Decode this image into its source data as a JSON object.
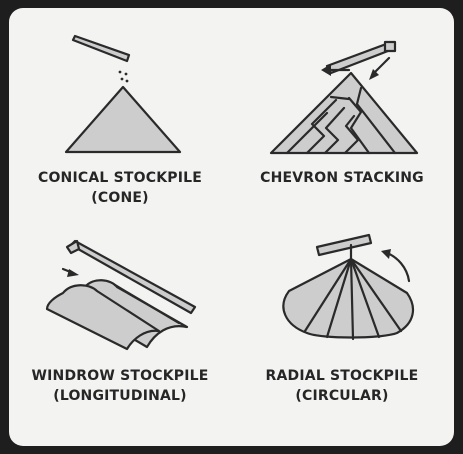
{
  "panels": [
    {
      "id": "conical",
      "icon": "cone-stockpile-icon",
      "line1": "CONICAL STOCKPILE",
      "line2": "(CONE)"
    },
    {
      "id": "chevron",
      "icon": "chevron-stacking-icon",
      "line1": "CHEVRON STACKING",
      "line2": ""
    },
    {
      "id": "windrow",
      "icon": "windrow-stockpile-icon",
      "line1": "WINDROW STOCKPILE",
      "line2": "(LONGITUDINAL)"
    },
    {
      "id": "radial",
      "icon": "radial-stockpile-icon",
      "line1": "RADIAL STOCKPILE",
      "line2": "(CIRCULAR)"
    }
  ],
  "colors": {
    "background": "#f3f3f2",
    "fill": "#cdcdcd",
    "stroke": "#2a2a2a",
    "frame": "#1e1e1e"
  }
}
